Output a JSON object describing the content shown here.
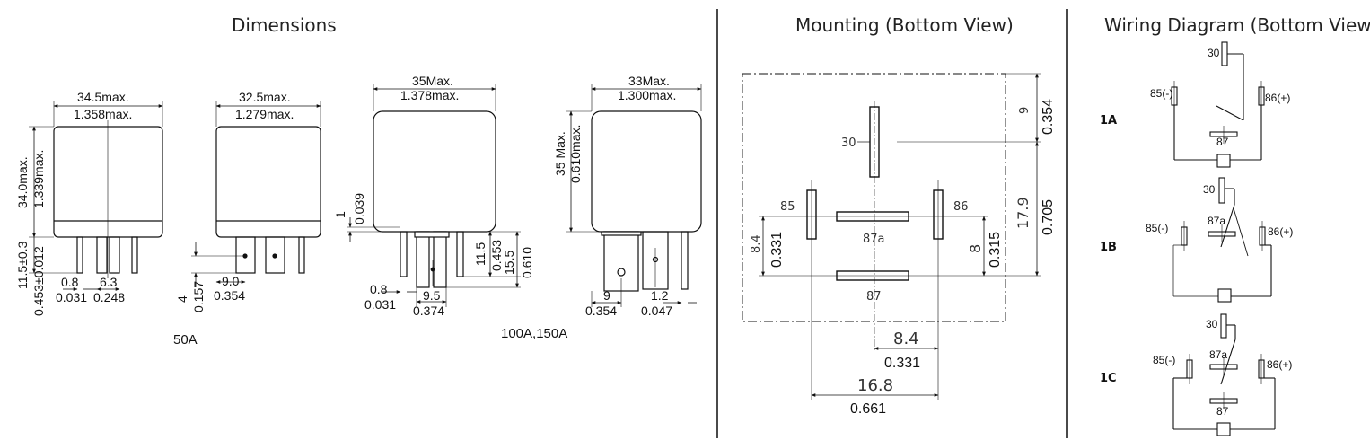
{
  "sections": {
    "dimensions": "Dimensions",
    "mounting": "Mounting (Bottom View)",
    "wiring": "Wiring Diagram (Bottom View)"
  },
  "relay50": {
    "front_width_mm": "34.5max.",
    "front_width_in": "1.358max.",
    "height_mm": "34.0max.",
    "height_in": "1.339max.",
    "pin_len": "11.5±0.3",
    "pin_len_in": "0.453±0.012",
    "pin_w_mm": "0.8",
    "pin_w_in": "0.031",
    "pin_w2_mm": "6.3",
    "pin_w2_in": "0.248",
    "side_width_mm": "32.5max.",
    "side_width_in": "1.279max.",
    "side_pin_mm": "9.0",
    "side_pin_in": "0.354",
    "side_hole_mm": "4",
    "side_hole_in": "0.157",
    "label": "50A"
  },
  "relay100": {
    "front_width_mm": "35Max.",
    "front_width_in": "1.378max.",
    "gap_mm": "1",
    "gap_in": "0.039",
    "pin_mm": "11.5",
    "pin_in": "0.453",
    "total_mm": "15.5",
    "total_in": "0.610",
    "pin_w_mm": "0.8",
    "pin_w_in": "0.031",
    "pin_w2_mm": "9.5",
    "pin_w2_in": "0.374",
    "side_width_mm": "33Max.",
    "side_width_in": "1.300max.",
    "height_mm": "35 Max.",
    "height_in": "0.610max.",
    "side_pin_mm": "9",
    "side_pin_in": "0.354",
    "side_pin2_mm": "1.2",
    "side_pin2_in": "0.047",
    "label": "100A,150A"
  },
  "mounting": {
    "pin30": "30",
    "pin85": "85",
    "pin86": "86",
    "pin87a": "87a",
    "pin87": "87",
    "dim_top_mm": "9",
    "dim_top_in": "0.354",
    "dim_right_mm": "17.9",
    "dim_right_in": "0.705",
    "dim_left_mm": "8.4",
    "dim_left_in": "0.331",
    "dim_r8_mm": "8",
    "dim_r8_in": "0.315",
    "dim_b84_mm": "8.4",
    "dim_b84_in": "0.331",
    "dim_b168_mm": "16.8",
    "dim_b168_in": "0.661"
  },
  "wiring": {
    "types": [
      "1A",
      "1B",
      "1C"
    ],
    "p30": "30",
    "p85": "85(-)",
    "p86": "86(+)",
    "p87": "87",
    "p87a": "87a"
  }
}
